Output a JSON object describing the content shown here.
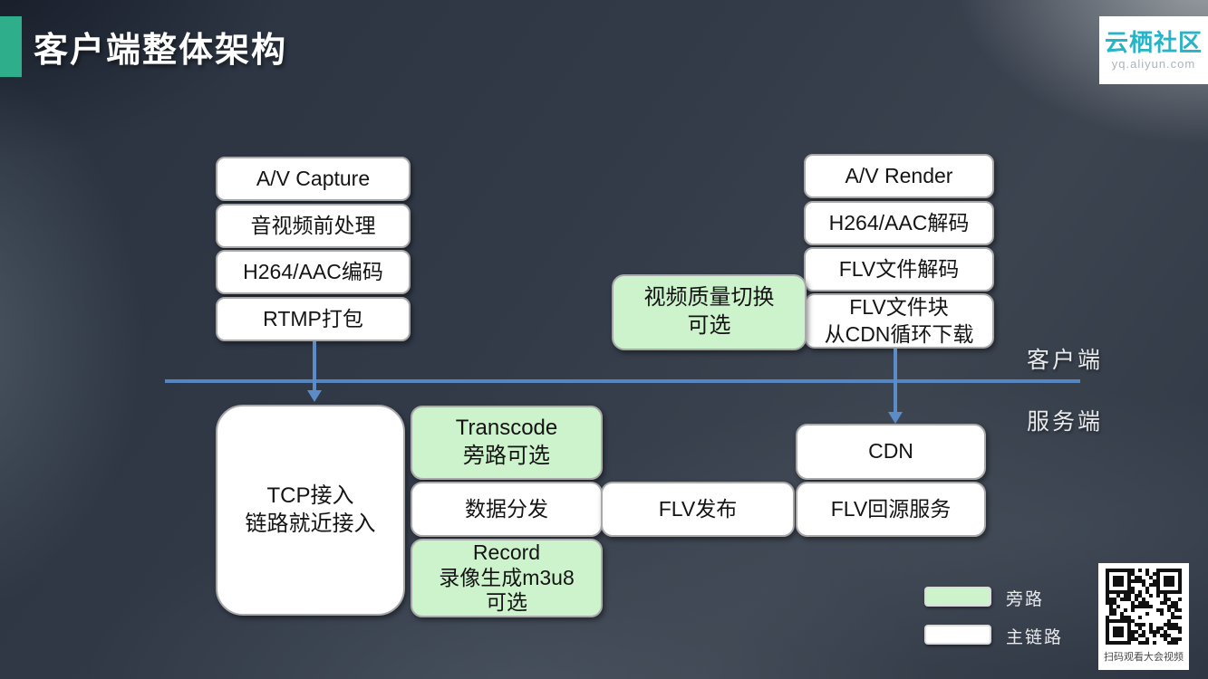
{
  "title": "客户端整体架构",
  "logo": {
    "name": "云栖社区",
    "url": "yq.aliyun.com"
  },
  "colors": {
    "accent_teal": "#2fae8c",
    "logo_teal": "#29b3c7",
    "arrow_blue": "#5b8cc8",
    "bypass_green": "#cdf3cc",
    "main_white": "#ffffff",
    "background_dark": "#2e3643"
  },
  "diagram": {
    "client_label": "客户端",
    "server_label": "服务端",
    "left_chain": [
      "A/V Capture",
      "音视频前处理",
      "H264/AAC编码",
      "RTMP打包"
    ],
    "right_chain": [
      "A/V Render",
      "H264/AAC解码",
      "FLV文件解码"
    ],
    "flv_chunk": {
      "line1": "FLV文件块",
      "line2": "从CDN循环下载"
    },
    "quality_switch": {
      "line1": "视频质量切换",
      "line2": "可选"
    },
    "tcp": {
      "line1": "TCP接入",
      "line2": "链路就近接入"
    },
    "transcode": {
      "line1": "Transcode",
      "line2": "旁路可选"
    },
    "distribute": "数据分发",
    "record": {
      "line1": "Record",
      "line2": "录像生成m3u8",
      "line3": "可选"
    },
    "flv_publish": "FLV发布",
    "cdn": "CDN",
    "flv_origin": "FLV回源服务"
  },
  "legend": {
    "bypass": "旁路",
    "main": "主链路"
  },
  "qr": {
    "caption": "扫码观看大会视频"
  }
}
